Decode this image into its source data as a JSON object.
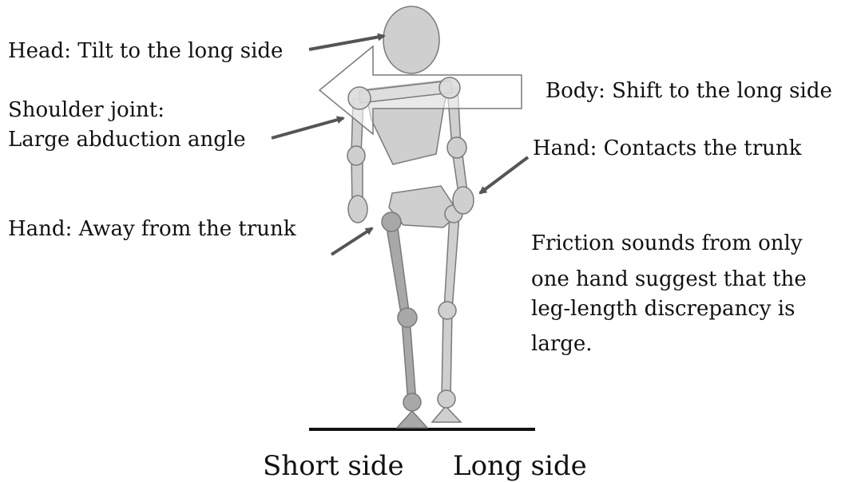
{
  "labels": {
    "head": "Head: Tilt to the long side",
    "body": "Body: Shift to the long side",
    "shoulder_line1": "Shoulder joint:",
    "shoulder_line2": "Large abduction angle",
    "hand_contact": "Hand: Contacts the trunk",
    "hand_away": "Hand: Away from the trunk",
    "friction": [
      "Friction sounds from only",
      "one hand suggest that the",
      "leg-length discrepancy is",
      "large."
    ],
    "short_side": "Short side",
    "long_side": "Long side"
  },
  "colors": {
    "body_fill": "#cfcfcf",
    "body_stroke": "#7a7a7a",
    "short_leg_fill": "#a8a8a8",
    "arrow_stroke": "#555555",
    "ground": "#111111",
    "text": "#111111"
  }
}
